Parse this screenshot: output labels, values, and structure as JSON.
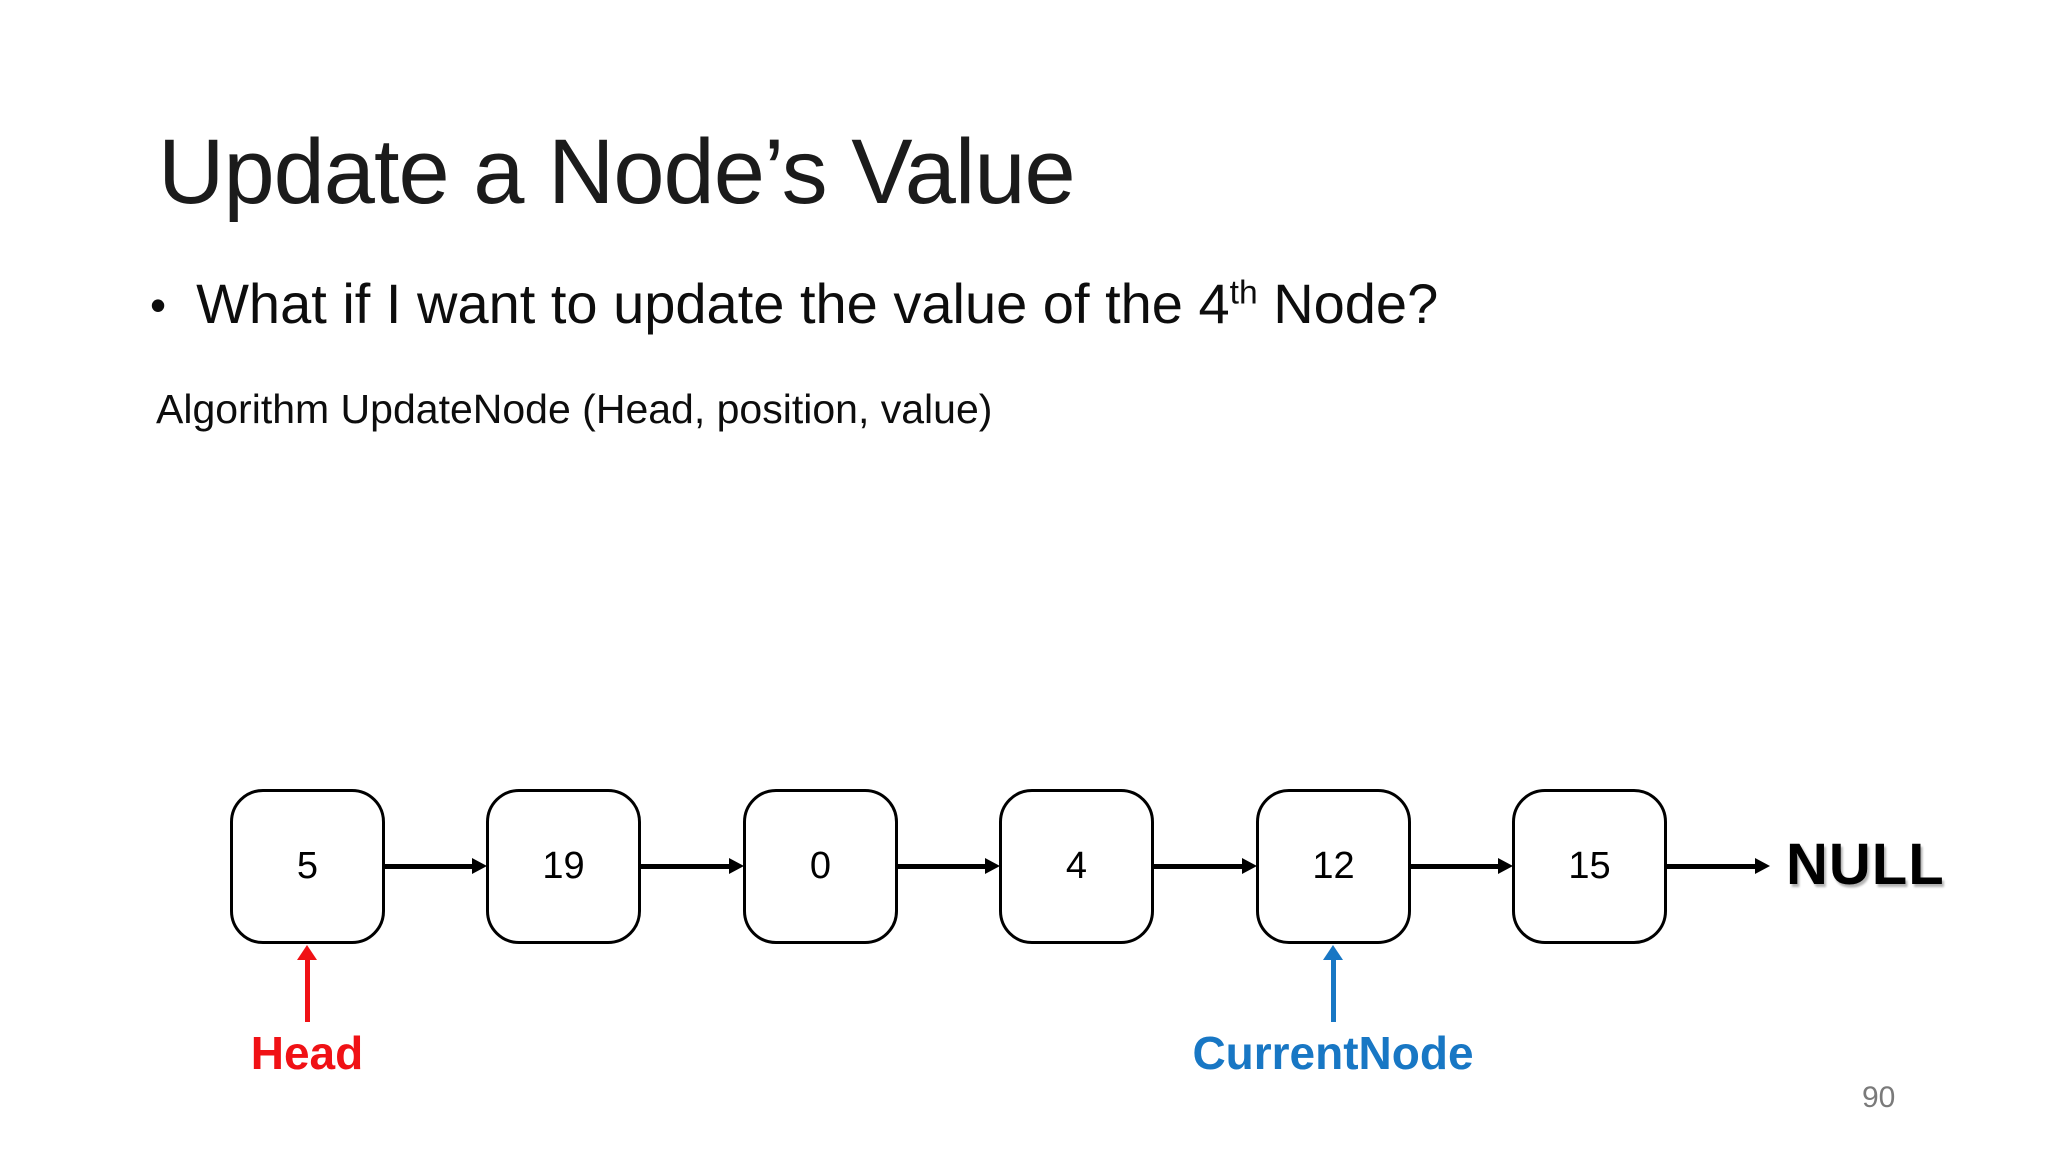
{
  "slide": {
    "title": "Update a Node’s Value",
    "bullet": {
      "marker": "•",
      "text_before_sup": "What if I want to update the value of the 4",
      "sup": "th",
      "text_after_sup": " Node?"
    },
    "algorithm_line": "Algorithm UpdateNode (Head, position, value)",
    "page_number": "90"
  },
  "diagram": {
    "nodes": [
      {
        "value": "5"
      },
      {
        "value": "19"
      },
      {
        "value": "0"
      },
      {
        "value": "4"
      },
      {
        "value": "12"
      },
      {
        "value": "15"
      }
    ],
    "null_label": "NULL",
    "head_pointer": {
      "label": "Head",
      "color": "#f01115"
    },
    "current_pointer": {
      "label": "CurrentNode",
      "color": "#1877c4"
    },
    "link_arrow_color": "#000000",
    "node_border_color": "#000000"
  },
  "colors": {
    "background": "#ffffff",
    "text": "#0d0d0d",
    "page_number": "#7a7a7a"
  }
}
